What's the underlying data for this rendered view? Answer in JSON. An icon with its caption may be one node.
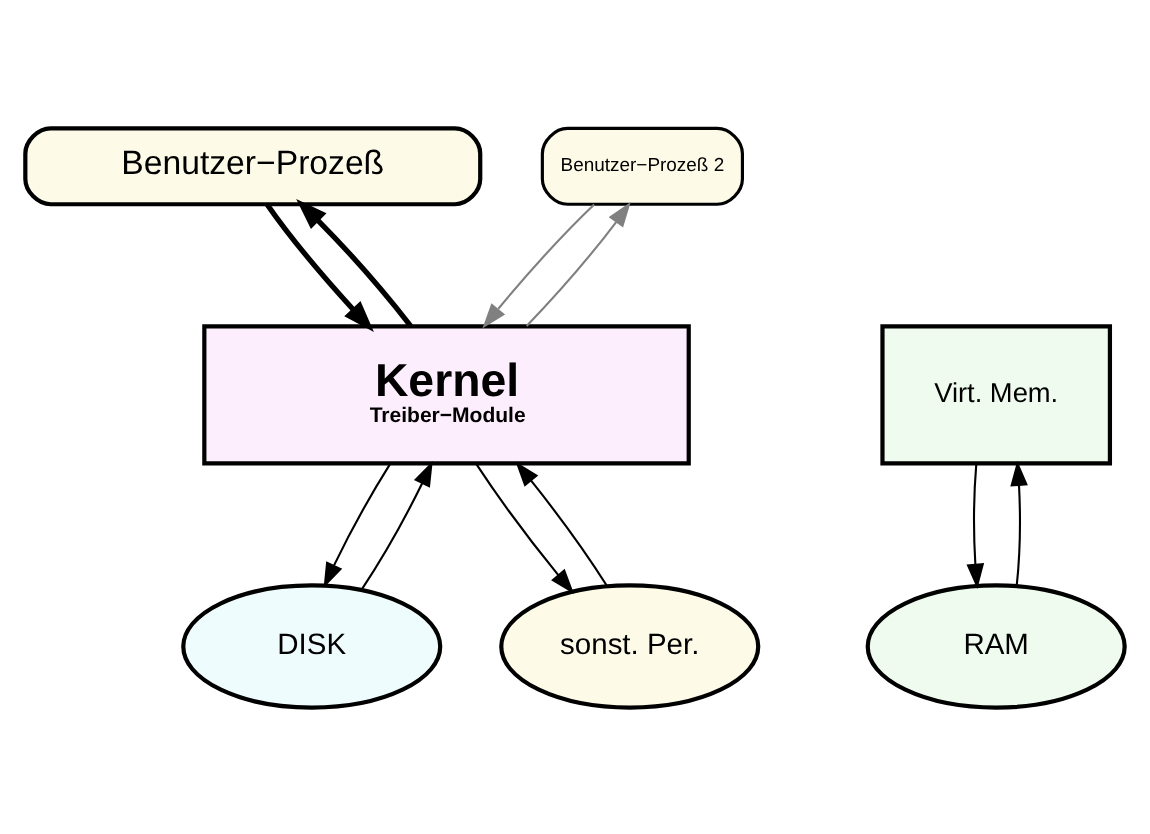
{
  "diagram": {
    "nodes": [
      {
        "text": [
          "Benutzer−Prozeß"
        ]
      },
      {
        "text": [
          "Benutzer−Prozeß 2"
        ]
      },
      {
        "text": [
          "Virt. Mem."
        ]
      },
      {
        "text": [
          "Kernel",
          "Treiber−Module"
        ]
      },
      {
        "text": [
          "RAM"
        ]
      },
      {
        "text": [
          "DISK"
        ]
      },
      {
        "text": [
          "sonst. Per."
        ]
      }
    ],
    "edges": [
      {
        "from": 0,
        "to": 3,
        "arrow": "to",
        "style": "thick"
      },
      {
        "from": 3,
        "to": 0,
        "arrow": "to",
        "style": "thick"
      },
      {
        "from": 1,
        "to": 3,
        "arrow": "to",
        "color": "#808080"
      },
      {
        "from": 3,
        "to": 1,
        "arrow": "to",
        "color": "#808080"
      },
      {
        "from": 2,
        "to": 4,
        "arrow": "to"
      },
      {
        "from": 4,
        "to": 2,
        "arrow": "to"
      },
      {
        "from": 3,
        "to": 5,
        "arrow": "to"
      },
      {
        "from": 5,
        "to": 3,
        "arrow": "to"
      },
      {
        "from": 3,
        "to": 6,
        "arrow": "to"
      },
      {
        "from": 6,
        "to": 3,
        "arrow": "to"
      }
    ]
  }
}
